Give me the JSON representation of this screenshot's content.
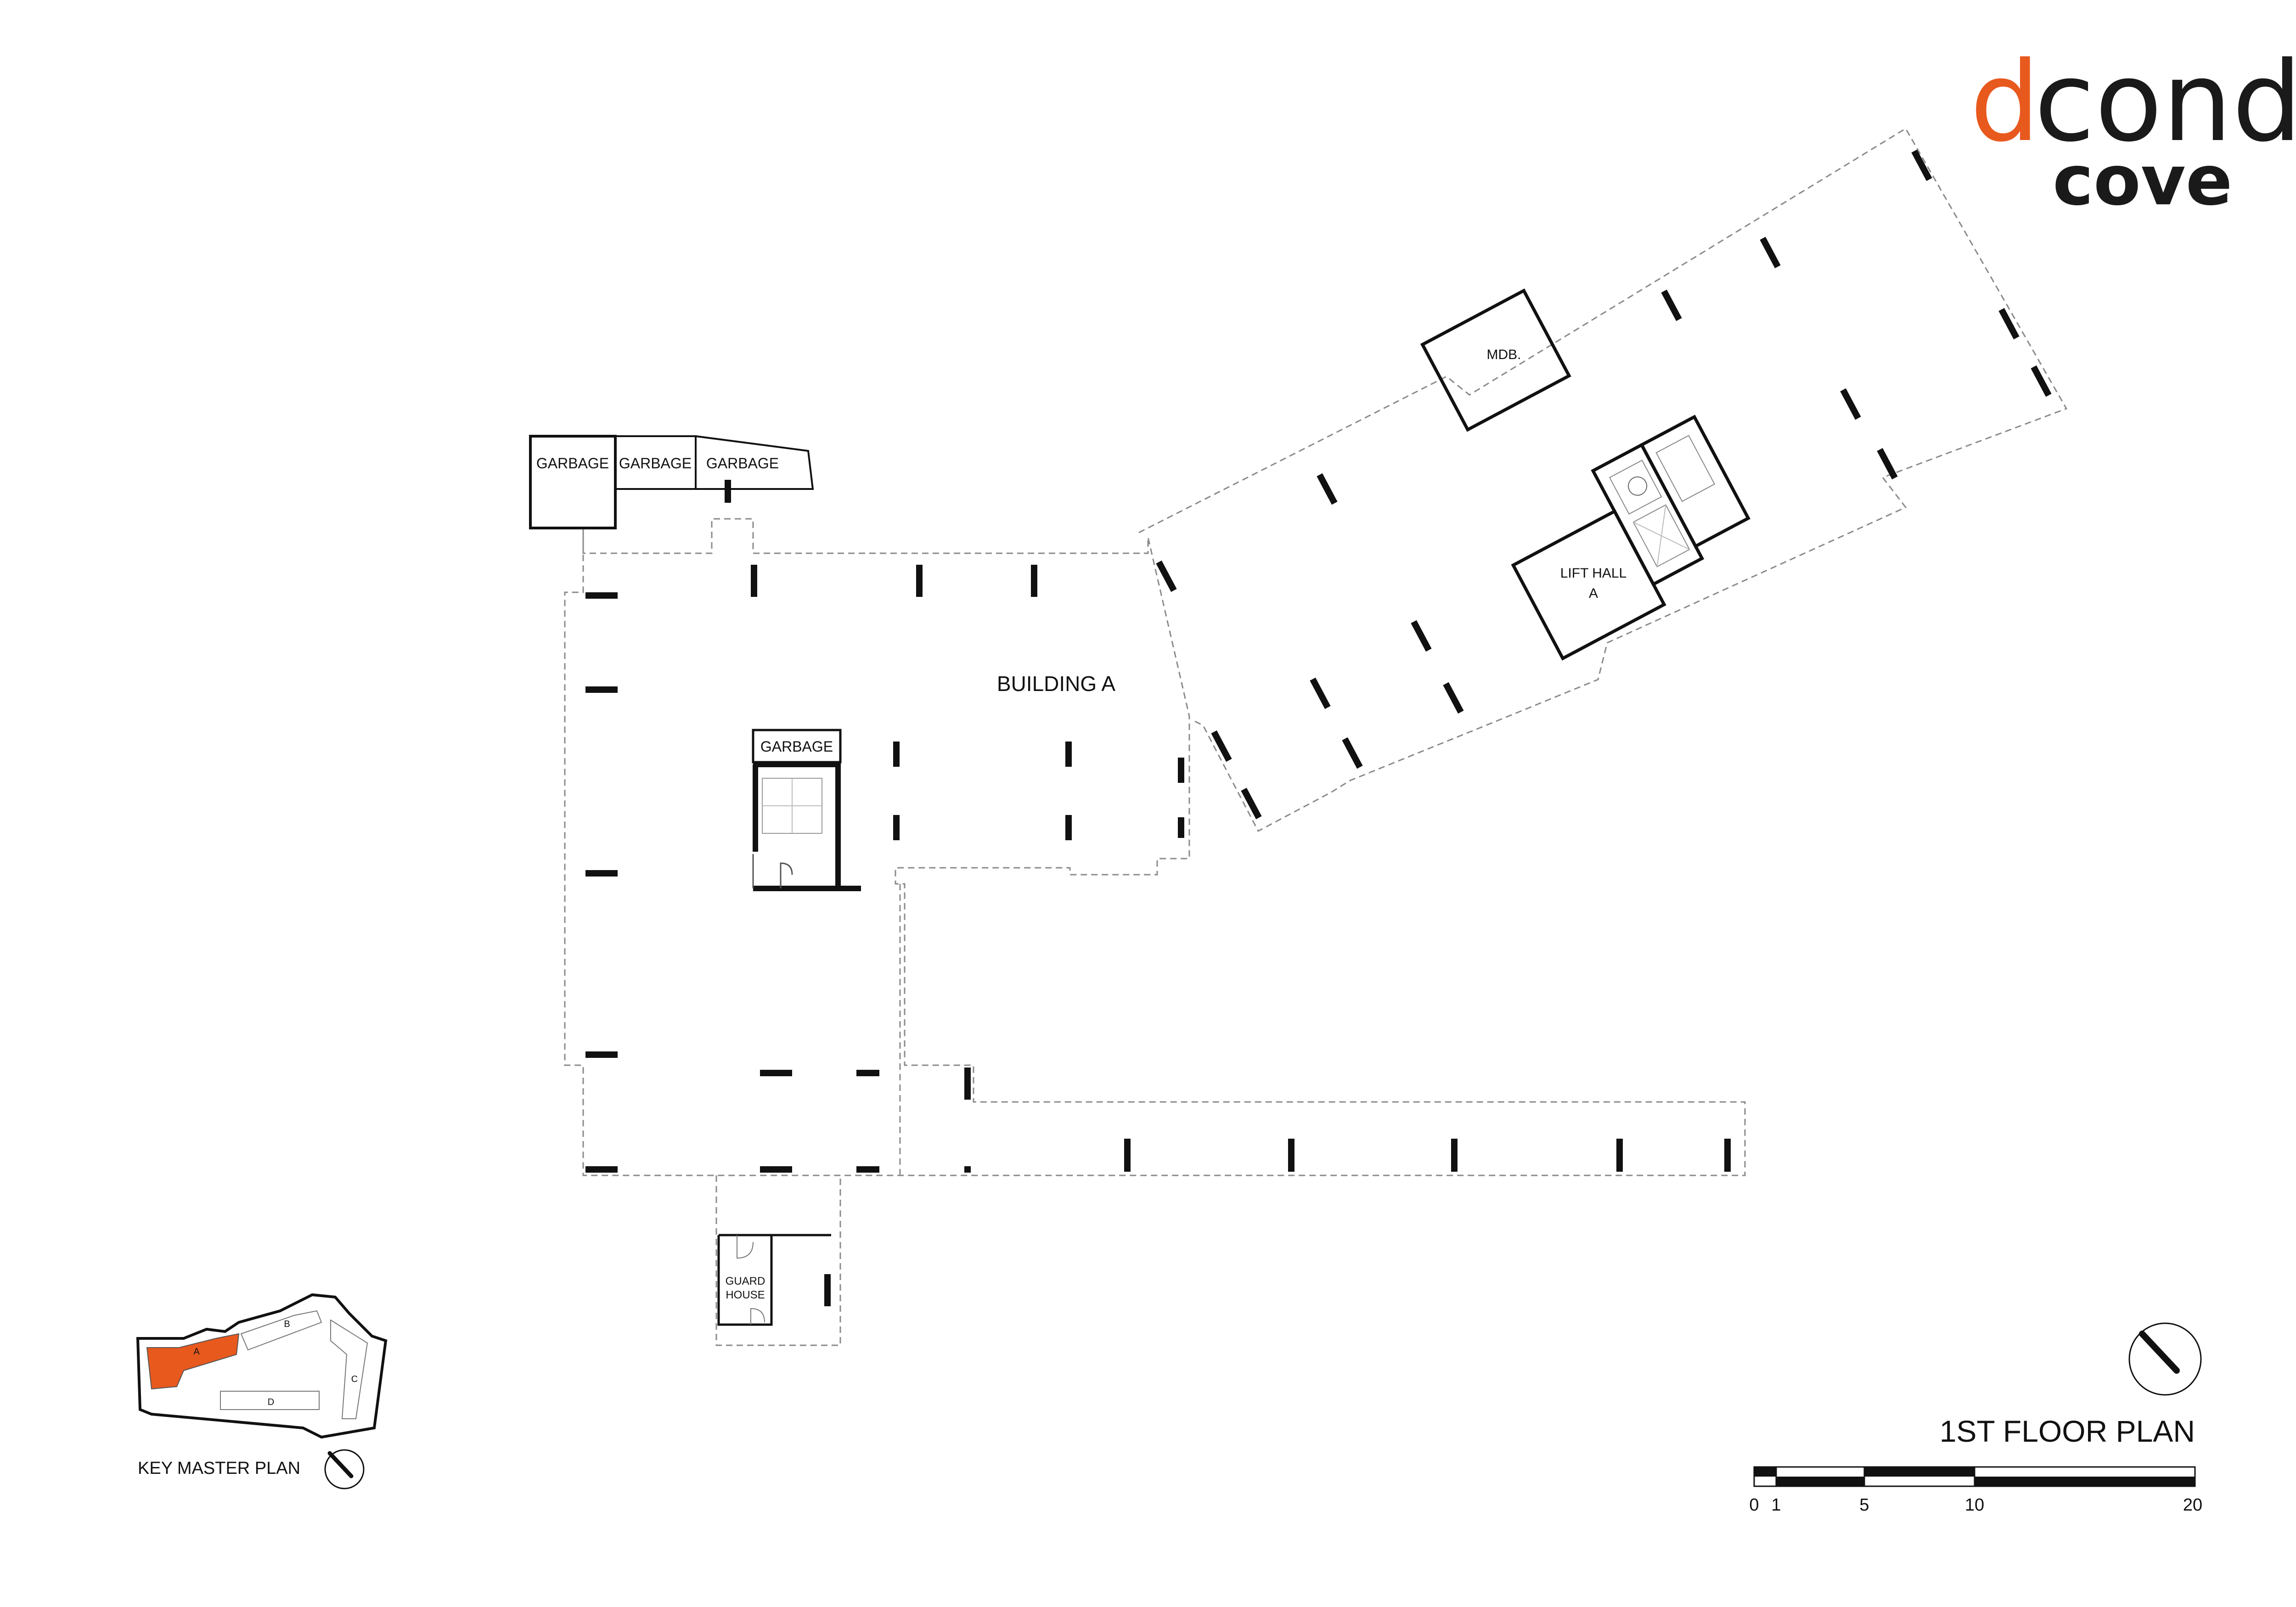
{
  "logo": {
    "letter_accent": "d",
    "letter_rest": "condo",
    "subtitle": "cove",
    "accent_color": "#E8591E",
    "text_color": "#1a1a1a"
  },
  "building_label": "BUILDING A",
  "rooms": {
    "garbage_1": "GARBAGE",
    "garbage_2": "GARBAGE",
    "garbage_3": "GARBAGE",
    "garbage_core": "GARBAGE",
    "mdb": "MDB.",
    "lift_hall_line1": "LIFT HALL",
    "lift_hall_line2": "A",
    "guard_line1": "GUARD",
    "guard_line2": "HOUSE"
  },
  "key_plan": {
    "title": "KEY MASTER PLAN",
    "building_a": "A",
    "building_b": "B",
    "building_c": "C",
    "building_d": "D",
    "highlight_color": "#E8591E"
  },
  "floor_title": "1ST FLOOR PLAN",
  "scale_bar": {
    "labels": [
      "0",
      "1",
      "5",
      "10",
      "20"
    ]
  },
  "icons": {
    "north": "north-arrow-icon",
    "key_north": "key-plan-north-arrow-icon"
  }
}
